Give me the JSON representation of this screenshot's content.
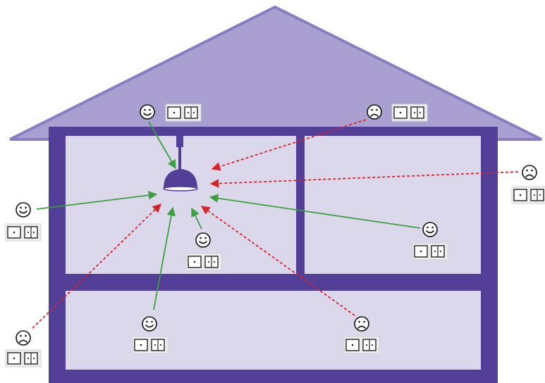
{
  "colors": {
    "roof_fill": "#a99fd0",
    "roof_stroke": "#8a7cc0",
    "wall": "#533f98",
    "room": "#dcd8ec",
    "lamp": "#533f98",
    "ok_arrow": "#3aa040",
    "fail_arrow": "#d8232a",
    "switch_bg": "#eeeeee",
    "switch_border": "#222222"
  },
  "icons": {
    "happy": "smiley-face-icon",
    "sad": "sad-face-icon",
    "switch": "light-switch-icon",
    "lamp": "ceiling-lamp-icon"
  },
  "diagram": {
    "devices": [
      {
        "id": "roof-left",
        "status": "reachable"
      },
      {
        "id": "roof-right",
        "status": "unreachable"
      },
      {
        "id": "outside-right",
        "status": "unreachable"
      },
      {
        "id": "outside-left-upper",
        "status": "reachable"
      },
      {
        "id": "room-center",
        "status": "reachable"
      },
      {
        "id": "room-right",
        "status": "reachable"
      },
      {
        "id": "outside-left-lower",
        "status": "unreachable"
      },
      {
        "id": "ground-center",
        "status": "reachable"
      },
      {
        "id": "ground-right",
        "status": "unreachable"
      }
    ]
  }
}
